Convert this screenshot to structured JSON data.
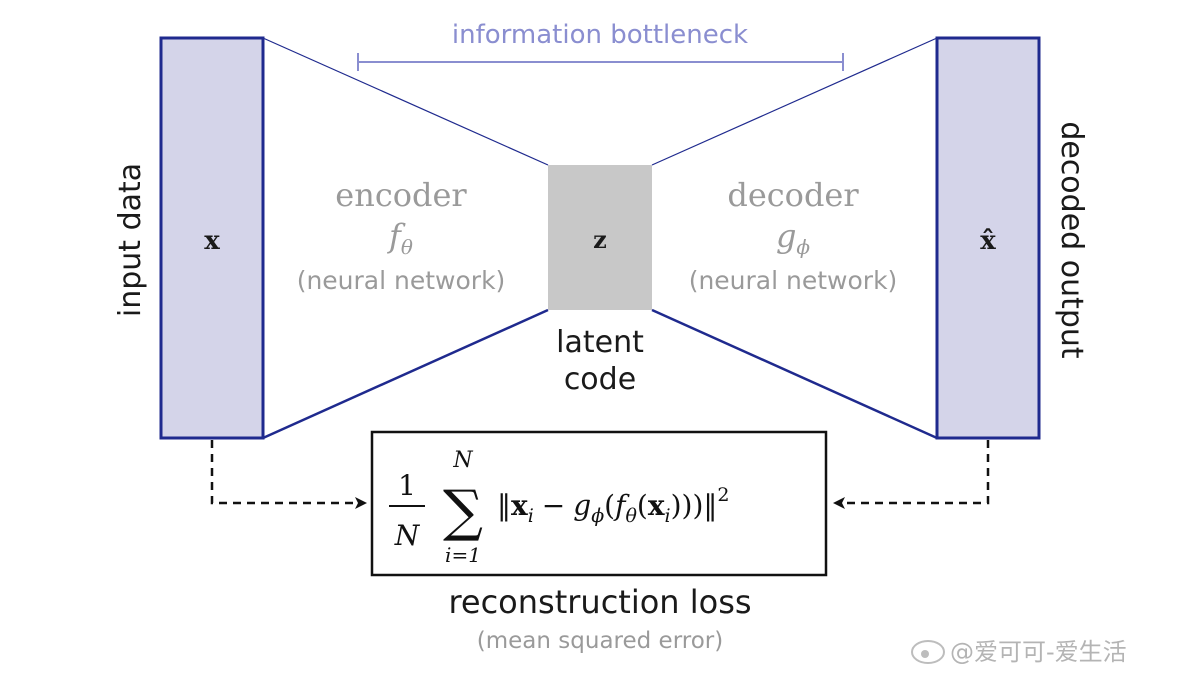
{
  "bottleneck_label": "information bottleneck",
  "input": {
    "side_label": "input data",
    "symbol": "x"
  },
  "output": {
    "side_label": "decoded output",
    "symbol": "x̂"
  },
  "encoder": {
    "title": "encoder",
    "func": "f",
    "sub": "θ",
    "note": "(neural network)"
  },
  "decoder": {
    "title": "decoder",
    "func": "g",
    "sub": "ϕ",
    "note": "(neural network)"
  },
  "latent": {
    "symbol": "z",
    "caption_line1": "latent",
    "caption_line2": "code"
  },
  "loss": {
    "title": "reconstruction loss",
    "subtitle": "(mean squared error)",
    "formula": {
      "frac_num": "1",
      "frac_den": "N",
      "sum_sign": "∑",
      "sum_upper": "N",
      "sum_lower": "i=1",
      "body_open": "‖",
      "x": "x",
      "i": "i",
      "minus": "−",
      "g": "g",
      "phi": "ϕ",
      "lparen": "(",
      "f": "f",
      "theta": "θ",
      "rparen_x": "))",
      "body_close": ")‖",
      "power": "2"
    }
  },
  "watermark": "@爱可可-爱生活",
  "colors": {
    "block_fill": "#d4d4e9",
    "block_stroke": "#1f2a8e",
    "bottleneck": "#8a8ed0",
    "gray_text": "#9a9a9a",
    "latent_fill": "#c8c8c8"
  }
}
